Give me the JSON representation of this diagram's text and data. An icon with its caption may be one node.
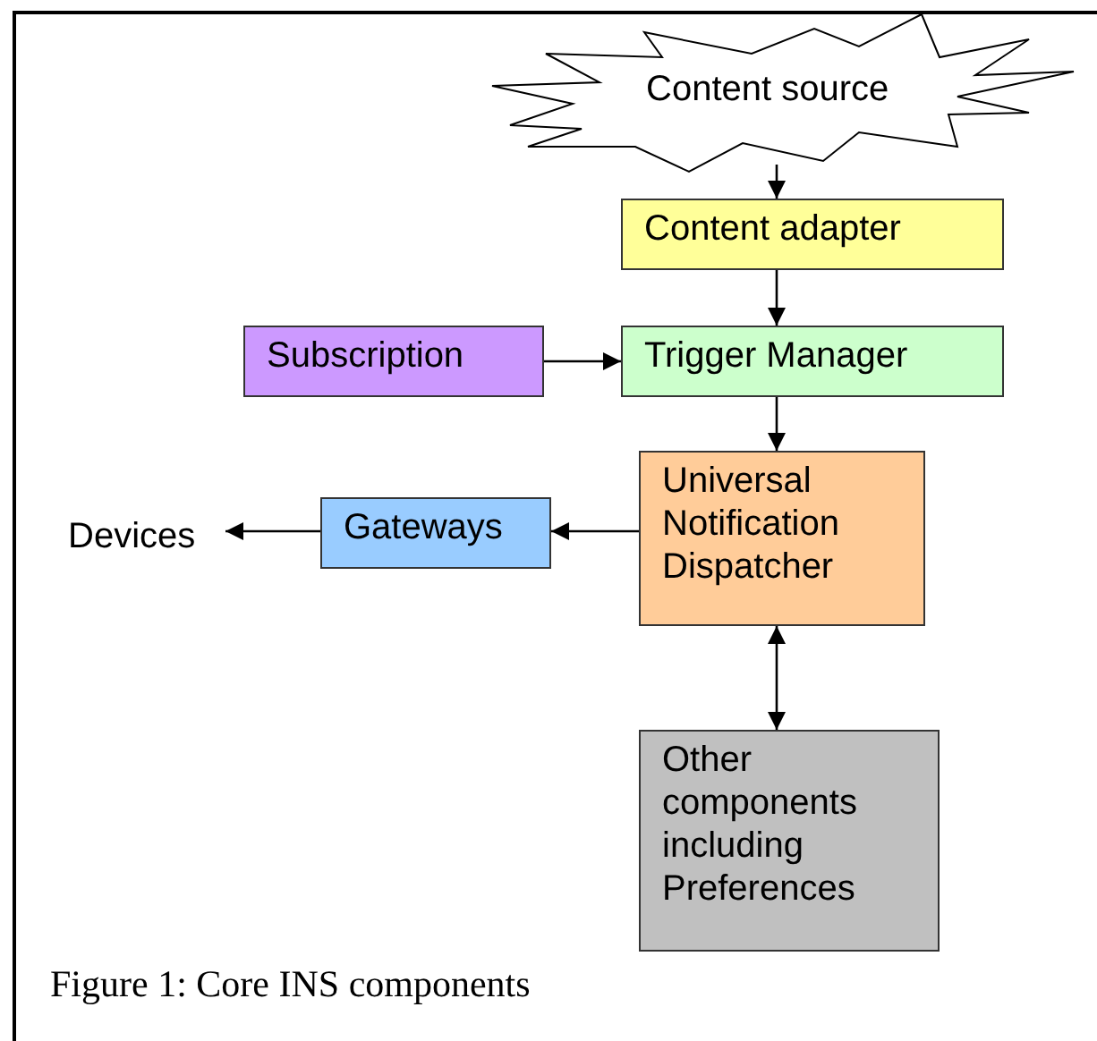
{
  "diagram": {
    "caption": "Figure 1: Core INS components",
    "nodes": [
      {
        "text": [
          "Content source"
        ]
      },
      {
        "text": [
          "Content adapter"
        ]
      },
      {
        "text": [
          "Subscription"
        ]
      },
      {
        "text": [
          "Trigger Manager"
        ]
      },
      {
        "text": [
          "Universal Notification Dispatcher"
        ]
      },
      {
        "text": [
          "Gateways"
        ]
      },
      {
        "text": [
          "Devices"
        ]
      },
      {
        "text": [
          "Other components including Preferences"
        ]
      }
    ],
    "edges": [
      {
        "from": 0,
        "to": 1,
        "arrow": "to"
      },
      {
        "from": 1,
        "to": 3,
        "arrow": "to"
      },
      {
        "from": 2,
        "to": 3,
        "arrow": "to"
      },
      {
        "from": 3,
        "to": 4,
        "arrow": "to"
      },
      {
        "from": 4,
        "to": 5,
        "arrow": "to"
      },
      {
        "from": 5,
        "to": 6,
        "arrow": "to"
      },
      {
        "from": 4,
        "to": 7,
        "arrow": "both"
      }
    ]
  }
}
